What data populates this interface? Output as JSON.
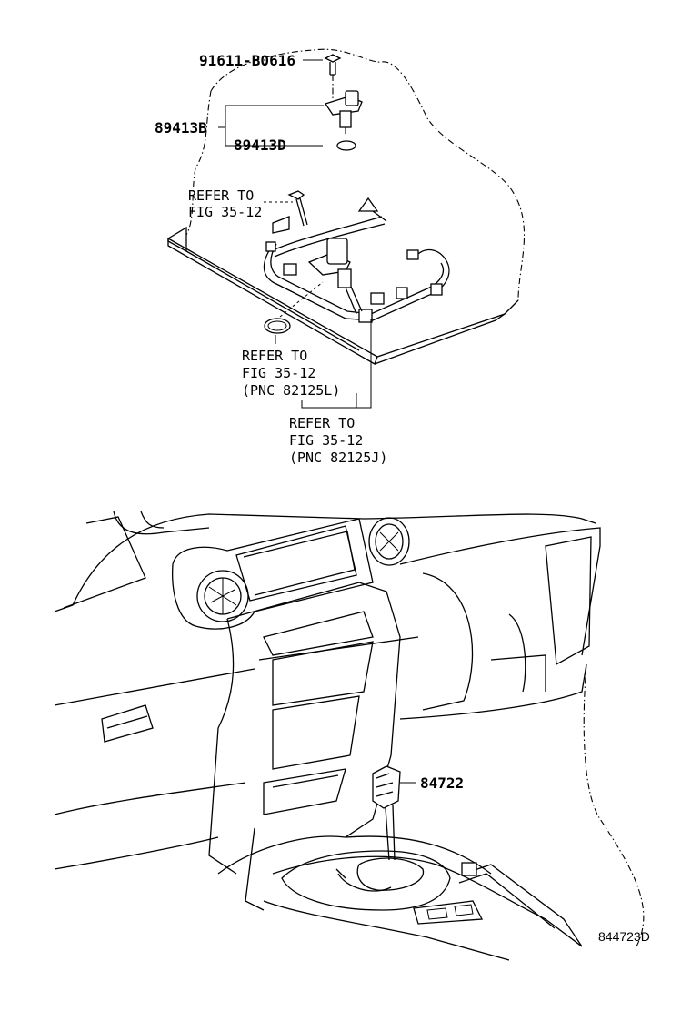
{
  "callouts": {
    "bolt": "91611-B0616",
    "sensor": "89413B",
    "oring": "89413D",
    "refer_top": [
      "REFER TO",
      "FIG 35-12"
    ],
    "refer_l": [
      "REFER TO",
      "FIG 35-12",
      "(PNC 82125L)"
    ],
    "refer_j": [
      "REFER TO",
      "FIG 35-12",
      "(PNC 82125J)"
    ],
    "shift_sensor": "84722"
  },
  "diagram_id": "844723D"
}
